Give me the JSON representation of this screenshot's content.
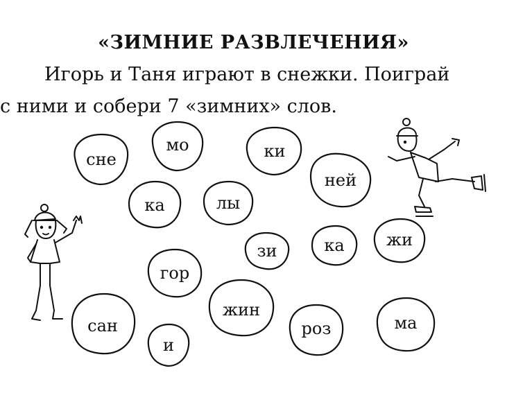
{
  "title": "«ЗИМНИЕ РАЗВЛЕЧЕНИЯ»",
  "instruction": {
    "line1": "Игорь и Таня играют в снежки. Поиграй",
    "line2": "с ними и собери 7 «зимних» слов."
  },
  "snowballs": [
    "сне",
    "мо",
    "ки",
    "ней",
    "ка",
    "лы",
    "зи",
    "ка",
    "жи",
    "гор",
    "жин",
    "сан",
    "и",
    "роз",
    "ма"
  ]
}
